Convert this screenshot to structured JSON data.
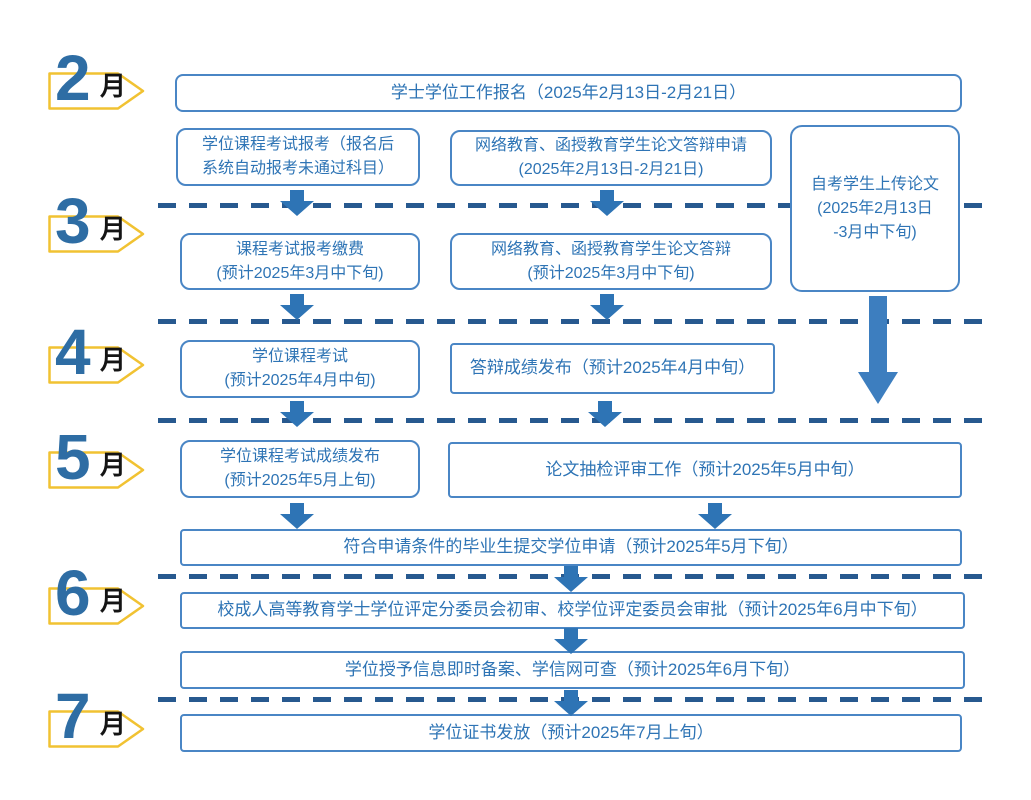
{
  "months": [
    {
      "number": "2",
      "suffix": "月"
    },
    {
      "number": "3",
      "suffix": "月"
    },
    {
      "number": "4",
      "suffix": "月"
    },
    {
      "number": "5",
      "suffix": "月"
    },
    {
      "number": "6",
      "suffix": "月"
    },
    {
      "number": "7",
      "suffix": "月"
    }
  ],
  "boxes": {
    "degree_registration": "学士学位工作报名（2025年2月13日-2月21日）",
    "course_exam_signup": "学位课程考试报考（报名后\n系统自动报考未通过科目）",
    "thesis_defense_apply": "网络教育、函授教育学生论文答辩申请\n(2025年2月13日-2月21日)",
    "selfstudy_upload_thesis": "自考学生上传论文\n(2025年2月13日\n-3月中下旬)",
    "exam_fee_payment": "课程考试报考缴费\n(预计2025年3月中下旬)",
    "thesis_defense": "网络教育、函授教育学生论文答辩\n(预计2025年3月中下旬)",
    "degree_course_exam": "学位课程考试\n(预计2025年4月中旬)",
    "defense_result_release": "答辩成绩发布（预计2025年4月中旬）",
    "exam_result_release": "学位课程考试成绩发布\n(预计2025年5月上旬)",
    "thesis_spotcheck_review": "论文抽检评审工作（预计2025年5月中旬）",
    "submit_degree_application": "符合申请条件的毕业生提交学位申请（预计2025年5月下旬）",
    "committee_review": "校成人高等教育学士学位评定分委员会初审、校学位评定委员会审批（预计2025年6月中下旬）",
    "degree_info_filing": "学位授予信息即时备案、学信网可查（预计2025年6月下旬）",
    "certificate_issuance": "学位证书发放（预计2025年7月上旬）"
  },
  "colors": {
    "box_border": "#4a86c5",
    "box_text": "#2e74b5",
    "arrow": "#2e74b5",
    "long_arrow": "#3d7ebf",
    "dashed_line": "#27598f",
    "month_number": "#2e6da4",
    "month_tag_border": "#f1c232",
    "month_suffix_text": "#141414"
  }
}
